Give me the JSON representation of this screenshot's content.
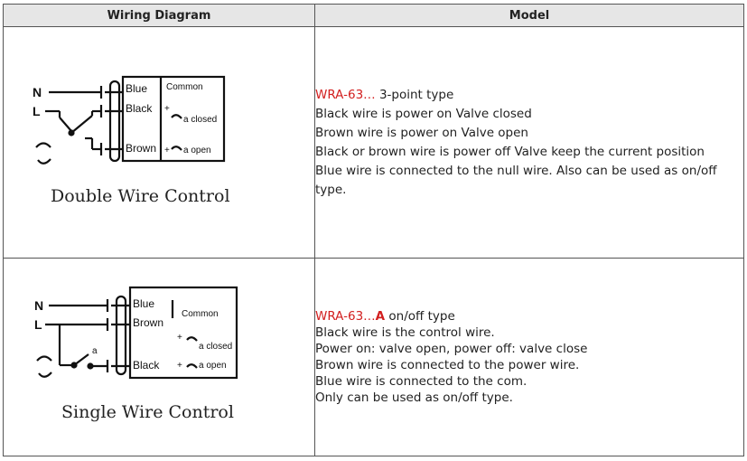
{
  "table": {
    "headers": [
      "Wiring Diagram",
      "Model"
    ]
  },
  "rows": [
    {
      "diagram": {
        "terminal_n": "N",
        "terminal_l": "L",
        "wires": [
          "Blue",
          "Black",
          "Brown"
        ],
        "common": "Common",
        "closed_label": "a closed",
        "open_label": "a open",
        "plus": "+",
        "caption": "Double Wire Control"
      },
      "model": {
        "code": "WRA-63…",
        "code_suffix": "",
        "type": " 3-point type",
        "lines": [
          "Black wire is power on Valve closed",
          "Brown wire is power on Valve open",
          "Black or brown wire is power off Valve keep the current position",
          "Blue wire is connected to the null wire. Also can be used as on/off type."
        ]
      }
    },
    {
      "diagram": {
        "terminal_n": "N",
        "terminal_l": "L",
        "switch_label": "a",
        "wires": [
          "Blue",
          "Brown",
          "Black"
        ],
        "common": "Common",
        "closed_label": "a closed",
        "open_label": "a open",
        "plus": "+",
        "caption": "Single Wire Control"
      },
      "model": {
        "code": "WRA-63…",
        "code_suffix": "A",
        "type": " on/off type",
        "lines": [
          "Black wire is the control wire.",
          "Power on: valve open, power off: valve close",
          "Brown wire is connected to the power wire.",
          "Blue wire is connected to the com.",
          "Only can be used as on/off type."
        ]
      }
    }
  ]
}
